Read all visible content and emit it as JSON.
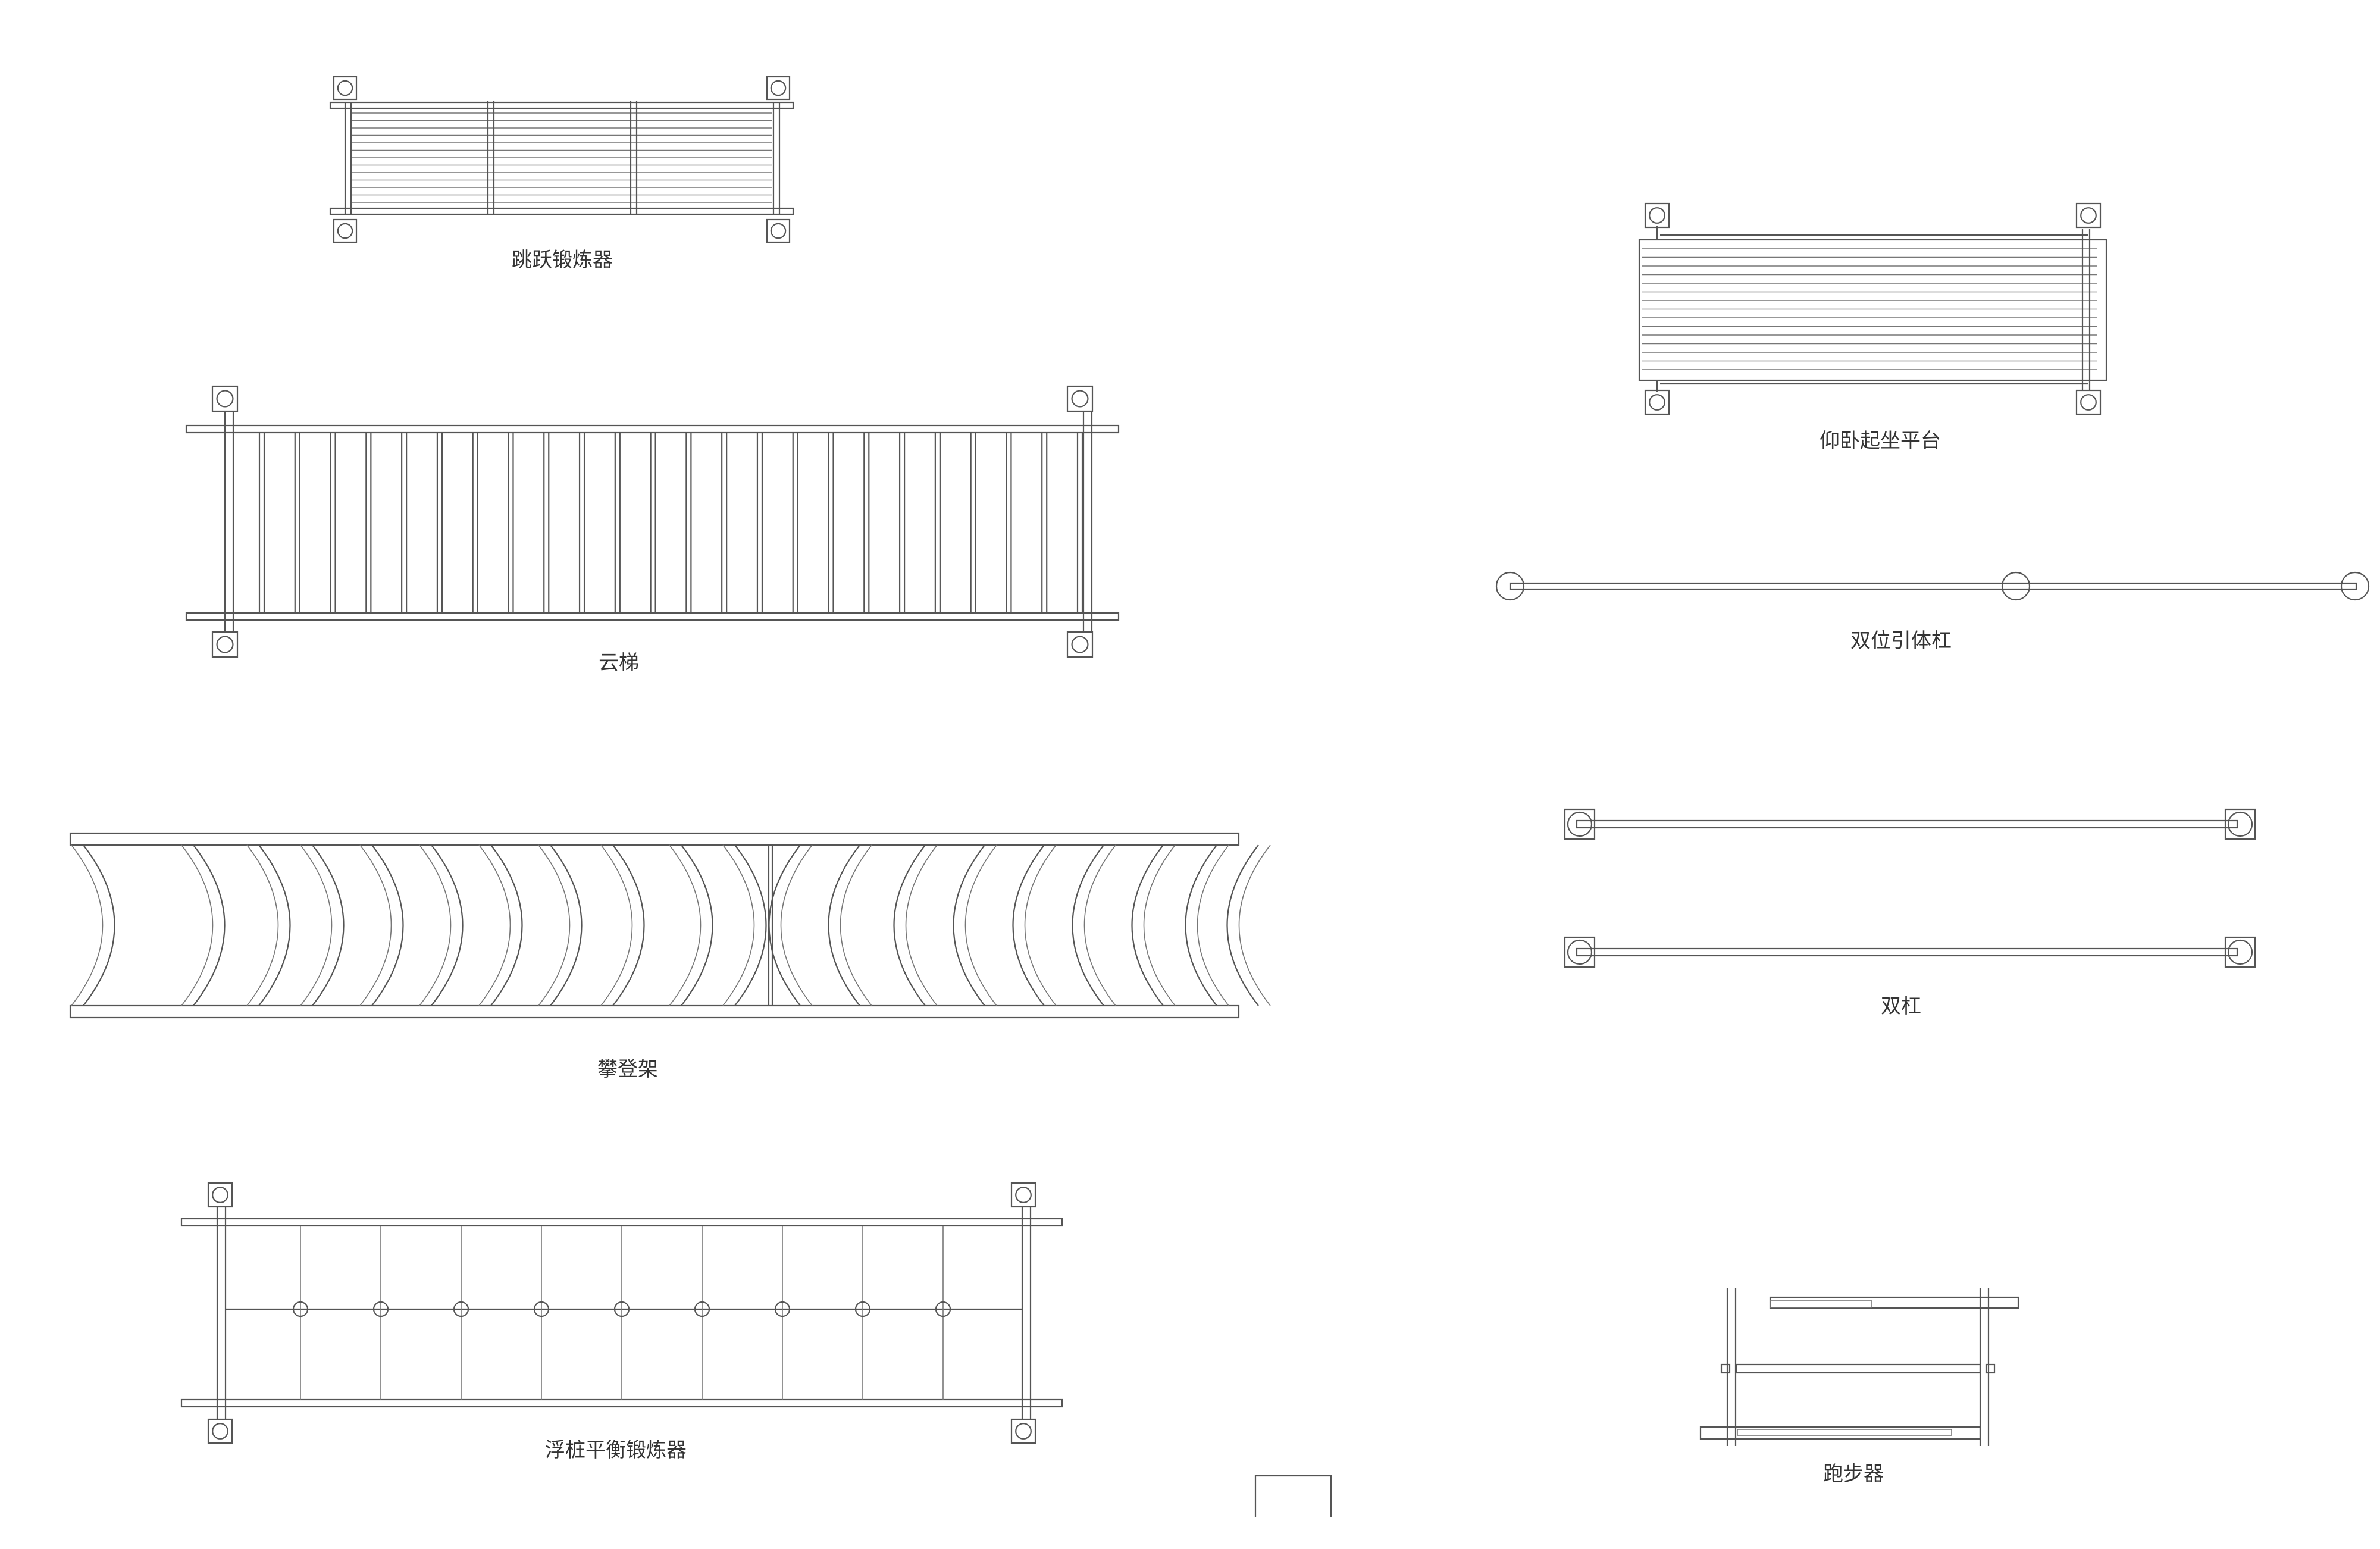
{
  "labels": {
    "jump_trainer": "跳跃锻炼器",
    "sit_up_platform": "仰卧起坐平台",
    "monkey_bars": "云梯",
    "dual_pull_up_bar": "双位引体杠",
    "parallel_bars": "双杠",
    "climbing_frame": "攀登架",
    "balance_stakes_trainer": "浮桩平衡锻炼器",
    "running_machine": "跑步器"
  },
  "colors": {
    "line": "#555555",
    "text": "#333333",
    "background": "#ffffff"
  }
}
